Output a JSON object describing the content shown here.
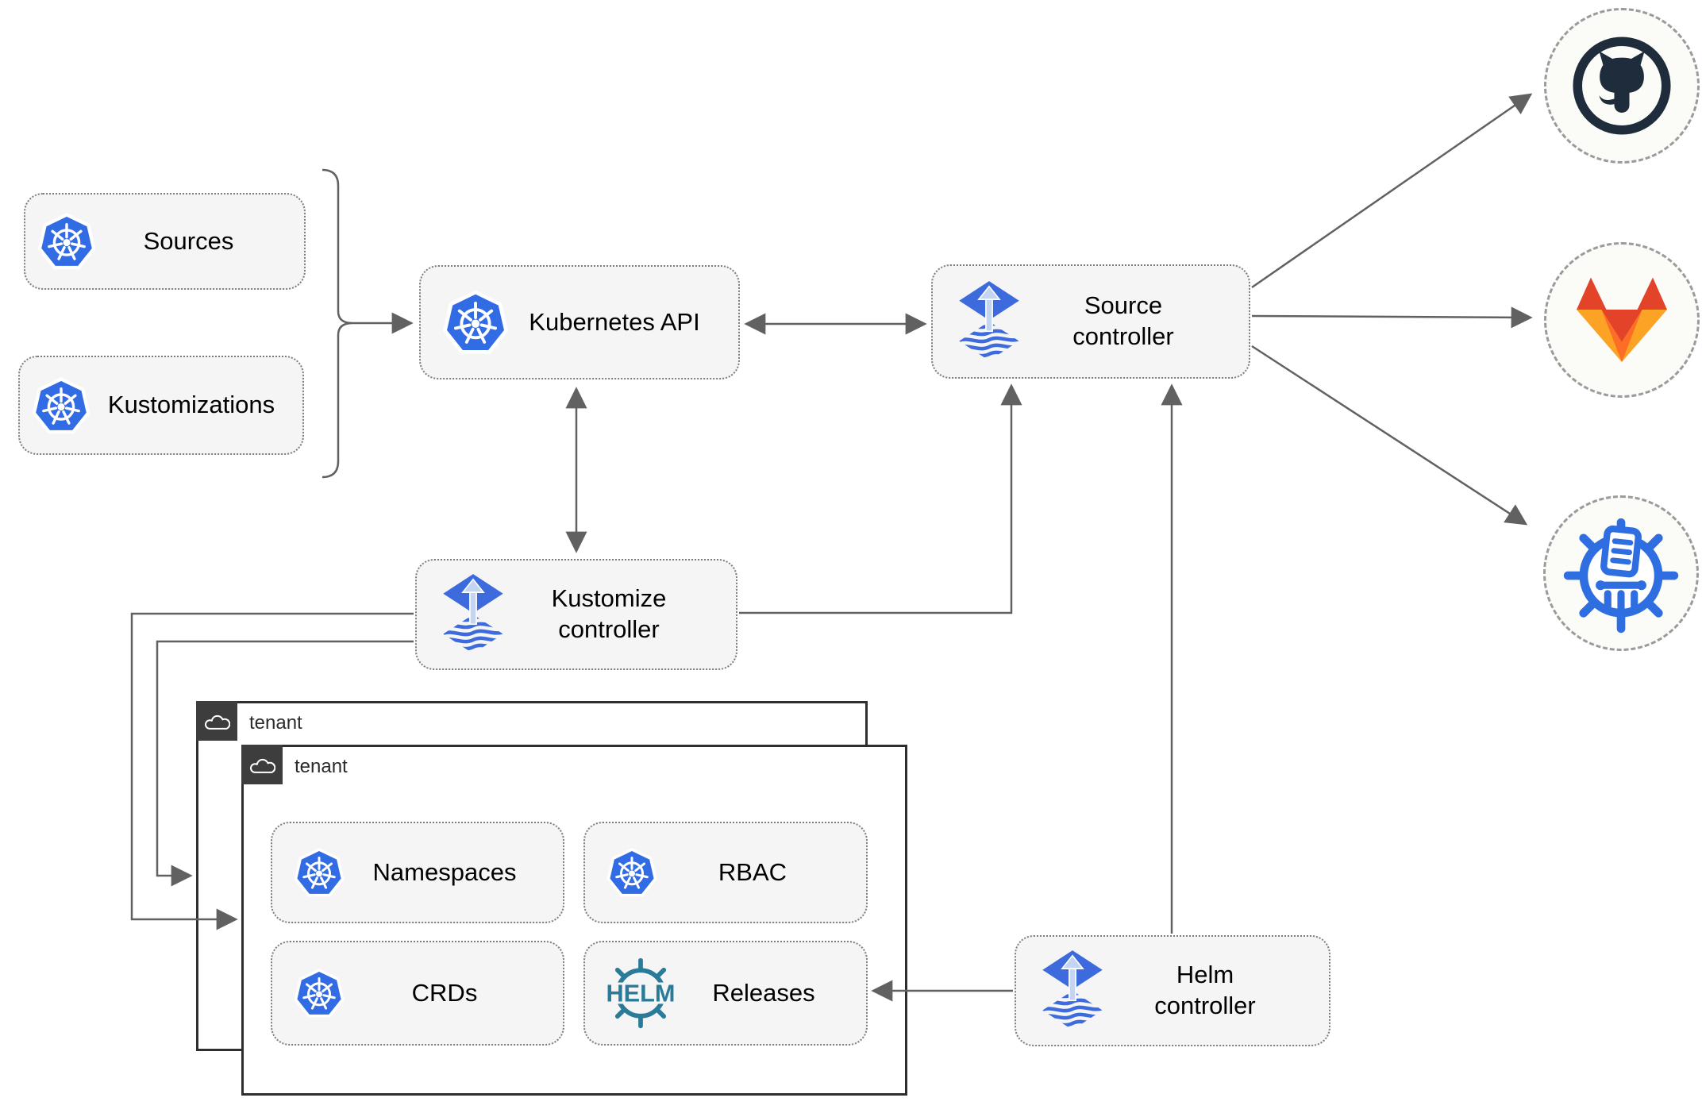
{
  "nodes": {
    "sources": {
      "label": "Sources"
    },
    "kustomizations": {
      "label": "Kustomizations"
    },
    "kubernetes_api": {
      "label": "Kubernetes API"
    },
    "source_controller": {
      "line1": "Source",
      "line2": "controller"
    },
    "kustomize_controller": {
      "line1": "Kustomize",
      "line2": "controller"
    },
    "helm_controller": {
      "line1": "Helm",
      "line2": "controller"
    },
    "tenant_back": {
      "label": "tenant"
    },
    "tenant_front": {
      "label": "tenant"
    },
    "namespaces": {
      "label": "Namespaces"
    },
    "rbac": {
      "label": "RBAC"
    },
    "crds": {
      "label": "CRDs"
    },
    "releases": {
      "label": "Releases"
    }
  },
  "icons": {
    "kubernetes": "kubernetes-logo",
    "flux": "flux-logo",
    "github": "github-logo",
    "gitlab": "gitlab-logo",
    "chartmuseum": "chartmuseum-logo",
    "helm": "helm-logo",
    "helm_text": "HELM",
    "cloud": "cloud-icon"
  },
  "edges": [
    {
      "from": "sources-group",
      "to": "kubernetes-api",
      "style": "arrow"
    },
    {
      "from": "kubernetes-api",
      "to": "source-controller",
      "style": "double-arrow"
    },
    {
      "from": "kubernetes-api",
      "to": "kustomize-controller",
      "style": "double-arrow"
    },
    {
      "from": "kustomize-controller",
      "to": "source-controller",
      "style": "arrow"
    },
    {
      "from": "kustomize-controller",
      "to": "tenant-front",
      "style": "arrow"
    },
    {
      "from": "kustomize-controller",
      "to": "tenant-back",
      "style": "arrow"
    },
    {
      "from": "helm-controller",
      "to": "source-controller",
      "style": "arrow"
    },
    {
      "from": "helm-controller",
      "to": "releases",
      "style": "arrow"
    },
    {
      "from": "source-controller",
      "to": "github",
      "style": "arrow"
    },
    {
      "from": "source-controller",
      "to": "gitlab",
      "style": "arrow"
    },
    {
      "from": "source-controller",
      "to": "chartmuseum",
      "style": "arrow"
    }
  ],
  "colors": {
    "kubernetes_blue": "#326ce5",
    "flux_blue": "#3d6add",
    "flux_arrow_light": "#c4d5f2",
    "github_dark": "#1e2c3c",
    "gitlab_dark_orange": "#e24329",
    "gitlab_orange": "#fc6d26",
    "gitlab_light_orange": "#fca326",
    "chartmuseum_blue": "#2f6ee0",
    "helm_teal": "#2a7b99",
    "node_fill": "#f5f5f5",
    "node_border": "#7d7d7d",
    "connector": "#616161",
    "tenant_border": "#2e2e2e",
    "badge_bg": "#3d3d3d",
    "circle_fill": "#fbfbf8",
    "circle_border": "#9b9b9b"
  }
}
